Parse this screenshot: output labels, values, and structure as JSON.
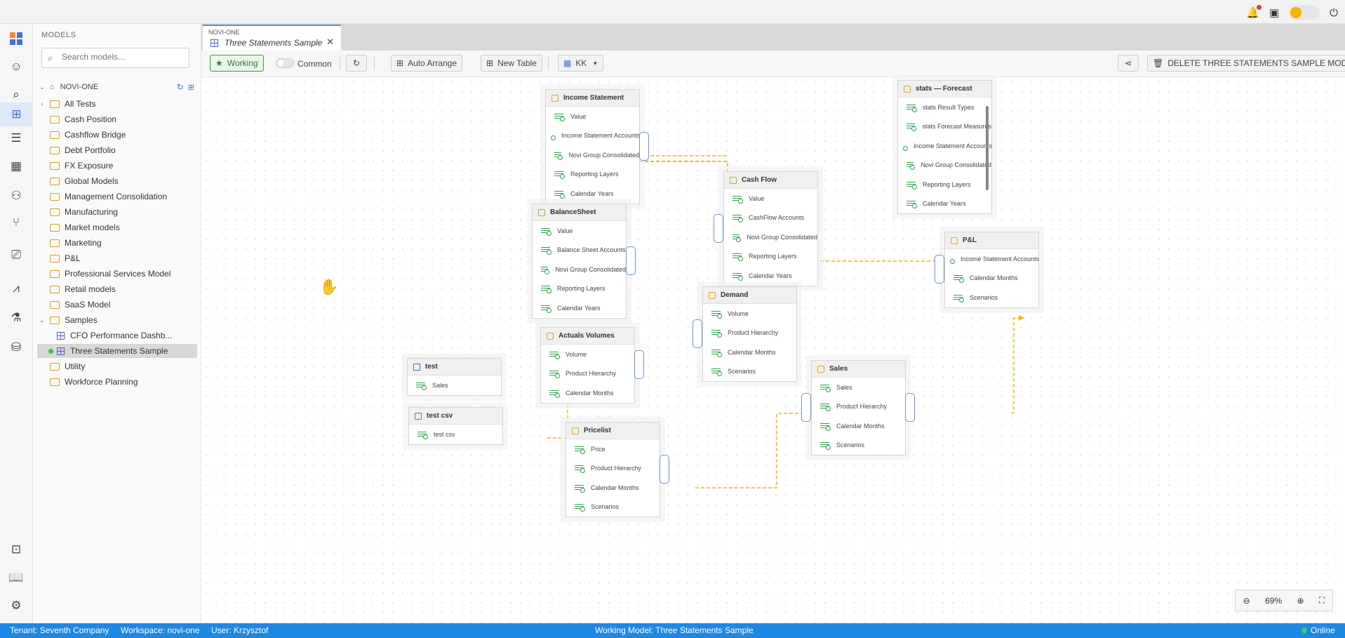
{
  "topbar": {
    "icons": [
      "bell-icon",
      "chat-icon",
      "sun-icon",
      "power-icon"
    ]
  },
  "rail": {
    "icons": [
      "apps-grid-icon",
      "face-icon",
      "search-icon",
      "model-icon",
      "list-icon",
      "table-icon",
      "user-settings-icon",
      "branch-icon",
      "presentation-icon",
      "chart-icon",
      "flask-icon",
      "database-icon",
      "widgets-icon",
      "book-icon",
      "gear-icon"
    ]
  },
  "sidebar": {
    "title": "MODELS",
    "search_placeholder": "Search models...",
    "root": "NOVI-ONE",
    "items": [
      {
        "label": "All Tests",
        "type": "folder",
        "caret": "›"
      },
      {
        "label": "Cash Position",
        "type": "folder"
      },
      {
        "label": "Cashflow Bridge",
        "type": "folder"
      },
      {
        "label": "Debt Portfolio",
        "type": "folder"
      },
      {
        "label": "FX Exposure",
        "type": "folder"
      },
      {
        "label": "Global Models",
        "type": "folder"
      },
      {
        "label": "Management Consolidation",
        "type": "folder"
      },
      {
        "label": "Manufacturing",
        "type": "folder"
      },
      {
        "label": "Market models",
        "type": "folder"
      },
      {
        "label": "Marketing",
        "type": "folder"
      },
      {
        "label": "P&L",
        "type": "folder"
      },
      {
        "label": "Professional Services Model",
        "type": "folder"
      },
      {
        "label": "Retail models",
        "type": "folder"
      },
      {
        "label": "SaaS Model",
        "type": "folder"
      },
      {
        "label": "Samples",
        "type": "folder",
        "caret": "⌄"
      },
      {
        "label": "CFO Performance Dashb...",
        "type": "model"
      },
      {
        "label": "Three Statements Sample",
        "type": "model",
        "selected": true
      },
      {
        "label": "Utility",
        "type": "folder"
      },
      {
        "label": "Workforce Planning",
        "type": "folder"
      }
    ]
  },
  "tab": {
    "workspace": "NOVI-ONE",
    "title": "Three Statements Sample"
  },
  "toolbar": {
    "working": "Working",
    "common": "Common",
    "auto_arrange": "Auto Arrange",
    "new_table": "New Table",
    "kk": "KK",
    "delete": "DELETE THREE STATEMENTS SAMPLE MODEL"
  },
  "nodes": {
    "income": {
      "title": "Income Statement",
      "rows": [
        "Value",
        "Income Statement Accounts",
        "Novi Group Consolidated",
        "Reporting Layers",
        "Calendar Years"
      ]
    },
    "balance": {
      "title": "BalanceSheet",
      "rows": [
        "Value",
        "Balance Sheet Accounts",
        "Novi Group Consolidated",
        "Reporting Layers",
        "Calendar Years"
      ]
    },
    "cashflow": {
      "title": "Cash Flow",
      "rows": [
        "Value",
        "CashFlow Accounts",
        "Novi Group Consolidated",
        "Reporting Layers",
        "Calendar Years"
      ]
    },
    "stats": {
      "title": "stats — Forecast",
      "rows": [
        "stats Result Types",
        "stats Forecast Measures",
        "Income Statement Accounts",
        "Novi Group Consolidated",
        "Reporting Layers",
        "Calendar Years"
      ]
    },
    "pl": {
      "title": "P&L",
      "rows": [
        "Income Statement Accounts",
        "Calendar Months",
        "Scenarios"
      ]
    },
    "demand": {
      "title": "Demand",
      "rows": [
        "Volume",
        "Product Hierarchy",
        "Calendar Months",
        "Scenarios"
      ]
    },
    "actuals": {
      "title": "Actuals Volumes",
      "rows": [
        "Volume",
        "Product Hierarchy",
        "Calendar Months"
      ]
    },
    "sales": {
      "title": "Sales",
      "rows": [
        "Sales",
        "Product Hierarchy",
        "Calendar Months",
        "Scenarios"
      ]
    },
    "test": {
      "title": "test",
      "rows": [
        "Sales"
      ]
    },
    "testcsv": {
      "title": "test csv",
      "rows": [
        "test csv"
      ]
    },
    "pricelist": {
      "title": "Pricelist",
      "rows": [
        "Price",
        "Product Hierarchy",
        "Calendar Months",
        "Scenarios"
      ]
    }
  },
  "zoom": {
    "level": "69%"
  },
  "status": {
    "tenant": "Tenant: Seventh Company",
    "workspace": "Workspace: novi-one",
    "user": "User: Krzysztof",
    "model": "Working Model: Three Statements Sample",
    "online": "Online"
  },
  "colors": {
    "accent": "#1e88e5",
    "edge": "#f5b400",
    "working": "#3aa13a"
  }
}
